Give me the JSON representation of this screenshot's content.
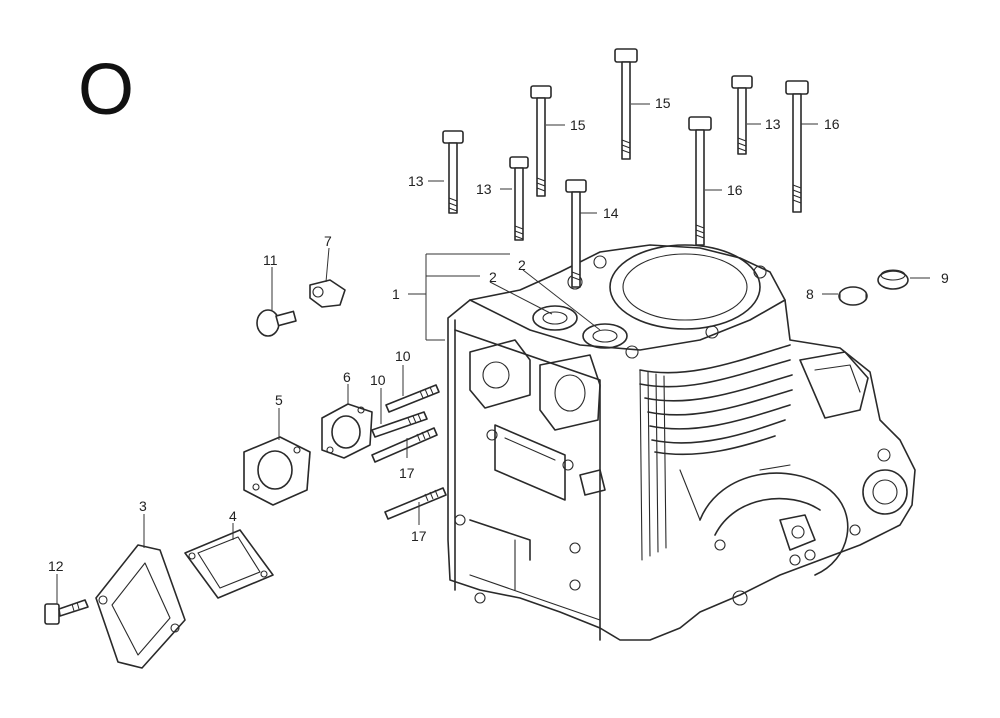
{
  "diagram": {
    "section_letter": "O",
    "part_labels": [
      {
        "id": "p1",
        "text": "1"
      },
      {
        "id": "p2a",
        "text": "2"
      },
      {
        "id": "p2b",
        "text": "2"
      },
      {
        "id": "p3",
        "text": "3"
      },
      {
        "id": "p4",
        "text": "4"
      },
      {
        "id": "p5",
        "text": "5"
      },
      {
        "id": "p6",
        "text": "6"
      },
      {
        "id": "p7",
        "text": "7"
      },
      {
        "id": "p8",
        "text": "8"
      },
      {
        "id": "p9",
        "text": "9"
      },
      {
        "id": "p10a",
        "text": "10"
      },
      {
        "id": "p10b",
        "text": "10"
      },
      {
        "id": "p11",
        "text": "11"
      },
      {
        "id": "p12",
        "text": "12"
      },
      {
        "id": "p13a",
        "text": "13"
      },
      {
        "id": "p13b",
        "text": "13"
      },
      {
        "id": "p13c",
        "text": "13"
      },
      {
        "id": "p14",
        "text": "14"
      },
      {
        "id": "p15a",
        "text": "15"
      },
      {
        "id": "p15b",
        "text": "15"
      },
      {
        "id": "p16a",
        "text": "16"
      },
      {
        "id": "p16b",
        "text": "16"
      },
      {
        "id": "p17a",
        "text": "17"
      },
      {
        "id": "p17b",
        "text": "17"
      }
    ]
  }
}
